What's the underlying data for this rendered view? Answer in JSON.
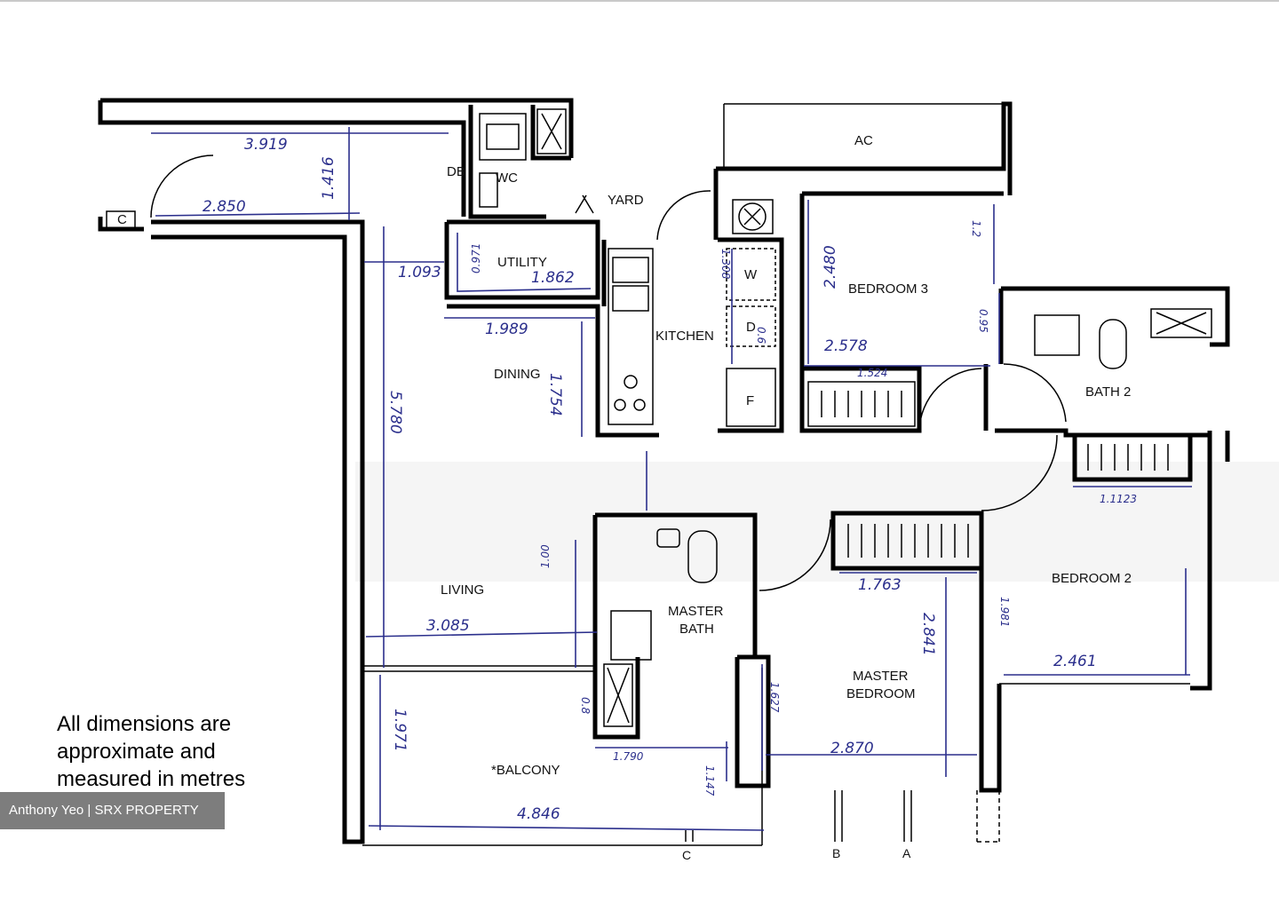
{
  "rooms": {
    "ac": "AC",
    "db": "DB",
    "wc": "WC",
    "yard": "YARD",
    "utility": "UTILITY",
    "bedroom3": "BEDROOM 3",
    "kitchen": "KITCHEN",
    "dining": "DINING",
    "bath2": "BATH 2",
    "w": "W",
    "d": "D",
    "f": "F",
    "c_store": "C",
    "living": "LIVING",
    "master_bath_1": "MASTER",
    "master_bath_2": "BATH",
    "bedroom2": "BEDROOM 2",
    "master_bedroom_1": "MASTER",
    "master_bedroom_2": "BEDROOM",
    "balcony": "*BALCONY"
  },
  "dimensions": {
    "entry_width": "3.919",
    "entry_height": "1.416",
    "entry_inner": "2.850",
    "utility_side": "1.093",
    "utility_height": "0.971",
    "utility_width": "1.862",
    "dining_width": "1.989",
    "dining_height": "1.754",
    "living_height": "5.780",
    "living_width": "3.085",
    "living_short": "1.00",
    "kitchen_dim": "1.308",
    "kitchen_small": "0.6",
    "bedroom3_height": "2.480",
    "bedroom3_width": "2.578",
    "bedroom3_wardrobe": "1.524",
    "bedroom3_side": "1.2",
    "bath2_dim": "0.95",
    "bedroom2_wardrobe": "1.1123",
    "bedroom2_width": "2.461",
    "bedroom2_height": "1.981",
    "master_wardrobe": "1.763",
    "master_height": "2.841",
    "master_width": "2.870",
    "master_side": "1.627",
    "balcony_height": "1.971",
    "balcony_width": "4.846",
    "balcony_side": "1.790",
    "balcony_short": "1.147",
    "master_bath_side": "0.8"
  },
  "markers": {
    "c": "C",
    "b": "B",
    "a": "A"
  },
  "note": {
    "line1": "All dimensions are",
    "line2": "approximate and",
    "line3": "measured in metres"
  },
  "watermark": "Anthony Yeo | SRX PROPERTY"
}
